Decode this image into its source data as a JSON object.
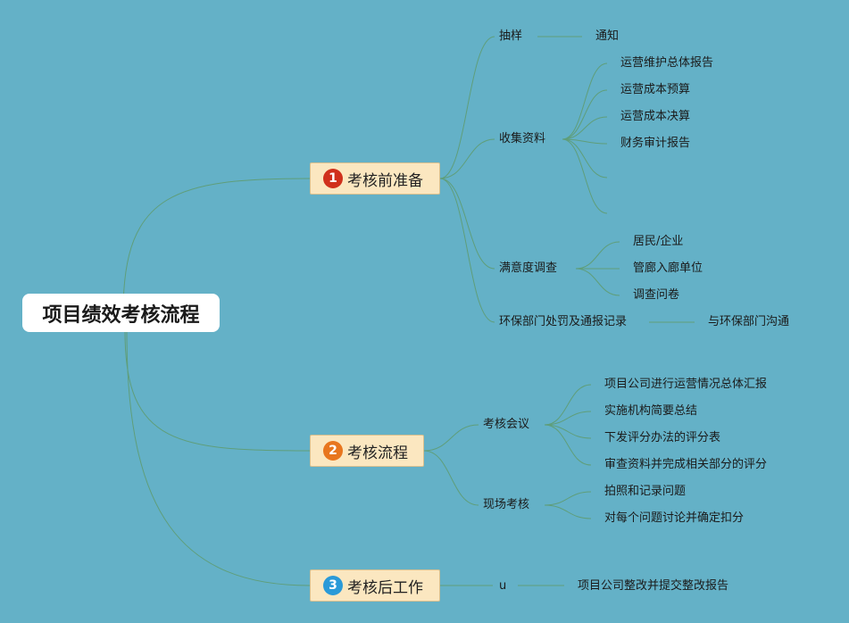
{
  "root": {
    "title": "项目绩效考核流程"
  },
  "colors": {
    "background": "#64B1C7",
    "line": "#5F9E7A",
    "badge1": "#D0301C",
    "badge2": "#E8761E",
    "badge3": "#2A9AD8"
  },
  "branches": [
    {
      "num": "1",
      "label": "考核前准备",
      "children": [
        {
          "label": "抽样",
          "children": [
            "通知"
          ]
        },
        {
          "label": "收集资料",
          "children": [
            "运营维护总体报告",
            "运营成本预算",
            "运营成本决算",
            "财务审计报告",
            "",
            ""
          ]
        },
        {
          "label": "满意度调查",
          "children": [
            "居民/企业",
            "管廊入廊单位",
            "调查问卷"
          ]
        },
        {
          "label": "环保部门处罚及通报记录",
          "children": [
            "与环保部门沟通"
          ]
        }
      ]
    },
    {
      "num": "2",
      "label": "考核流程",
      "children": [
        {
          "label": "考核会议",
          "children": [
            "项目公司进行运营情况总体汇报",
            "实施机构简要总结",
            "下发评分办法的评分表",
            "审查资料并完成相关部分的评分"
          ]
        },
        {
          "label": "现场考核",
          "children": [
            "拍照和记录问题",
            "对每个问题讨论并确定扣分"
          ]
        }
      ]
    },
    {
      "num": "3",
      "label": "考核后工作",
      "children": [
        {
          "label": "u",
          "children": [
            "项目公司整改并提交整改报告"
          ]
        }
      ]
    }
  ]
}
